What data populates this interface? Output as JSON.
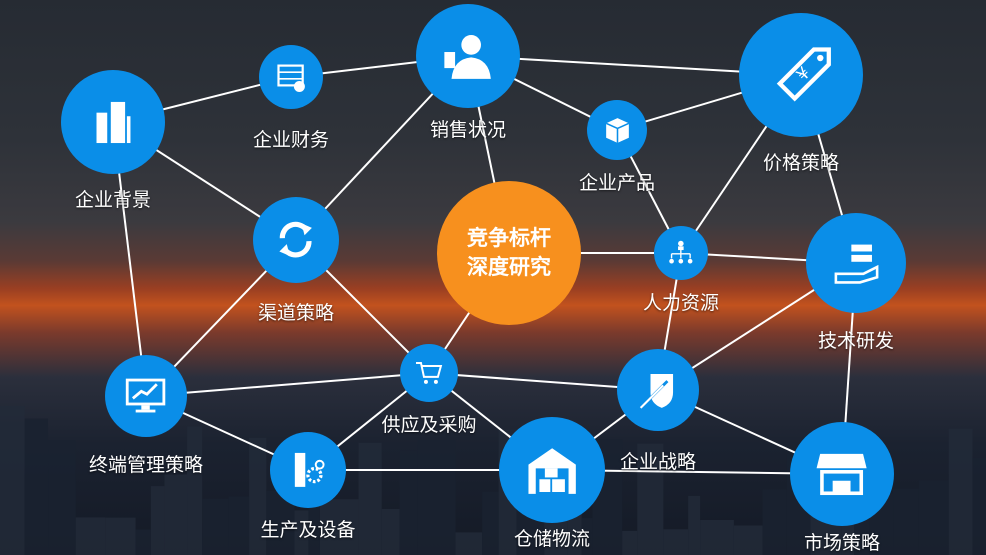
{
  "center": {
    "line1": "竞争标杆",
    "line2": "深度研究",
    "color": "#f7901e"
  },
  "node_color": "#0a8ee8",
  "nodes": [
    {
      "id": "bg",
      "label": "企业背景",
      "icon": "building-icon"
    },
    {
      "id": "fin",
      "label": "企业财务",
      "icon": "abacus-icon"
    },
    {
      "id": "sales",
      "label": "销售状况",
      "icon": "salesperson-icon"
    },
    {
      "id": "prod",
      "label": "企业产品",
      "icon": "box-icon"
    },
    {
      "id": "price",
      "label": "价格策略",
      "icon": "price-tag-icon"
    },
    {
      "id": "chan",
      "label": "渠道策略",
      "icon": "cycle-arrows-icon"
    },
    {
      "id": "hr",
      "label": "人力资源",
      "icon": "org-chart-icon"
    },
    {
      "id": "tech",
      "label": "技术研发",
      "icon": "server-hand-icon"
    },
    {
      "id": "term",
      "label": "终端管理策略",
      "icon": "monitor-chart-icon"
    },
    {
      "id": "supply",
      "label": "供应及采购",
      "icon": "cart-icon"
    },
    {
      "id": "strat",
      "label": "企业战略",
      "icon": "sword-shield-icon"
    },
    {
      "id": "fac",
      "label": "生产及设备",
      "icon": "factory-gear-icon"
    },
    {
      "id": "ware",
      "label": "仓储物流",
      "icon": "warehouse-icon"
    },
    {
      "id": "mkt",
      "label": "市场策略",
      "icon": "storefront-icon"
    }
  ],
  "edges": [
    [
      "bg",
      "fin"
    ],
    [
      "bg",
      "chan"
    ],
    [
      "bg",
      "term"
    ],
    [
      "fin",
      "sales"
    ],
    [
      "sales",
      "price"
    ],
    [
      "sales",
      "prod"
    ],
    [
      "sales",
      "chan"
    ],
    [
      "sales",
      "center"
    ],
    [
      "prod",
      "price"
    ],
    [
      "prod",
      "hr"
    ],
    [
      "price",
      "hr"
    ],
    [
      "price",
      "tech"
    ],
    [
      "chan",
      "supply"
    ],
    [
      "chan",
      "term"
    ],
    [
      "center",
      "hr"
    ],
    [
      "center",
      "supply"
    ],
    [
      "hr",
      "tech"
    ],
    [
      "hr",
      "strat"
    ],
    [
      "tech",
      "strat"
    ],
    [
      "tech",
      "mkt"
    ],
    [
      "term",
      "supply"
    ],
    [
      "term",
      "fac"
    ],
    [
      "supply",
      "strat"
    ],
    [
      "supply",
      "fac"
    ],
    [
      "supply",
      "ware"
    ],
    [
      "strat",
      "ware"
    ],
    [
      "strat",
      "mkt"
    ],
    [
      "fac",
      "ware"
    ],
    [
      "ware",
      "mkt"
    ]
  ]
}
